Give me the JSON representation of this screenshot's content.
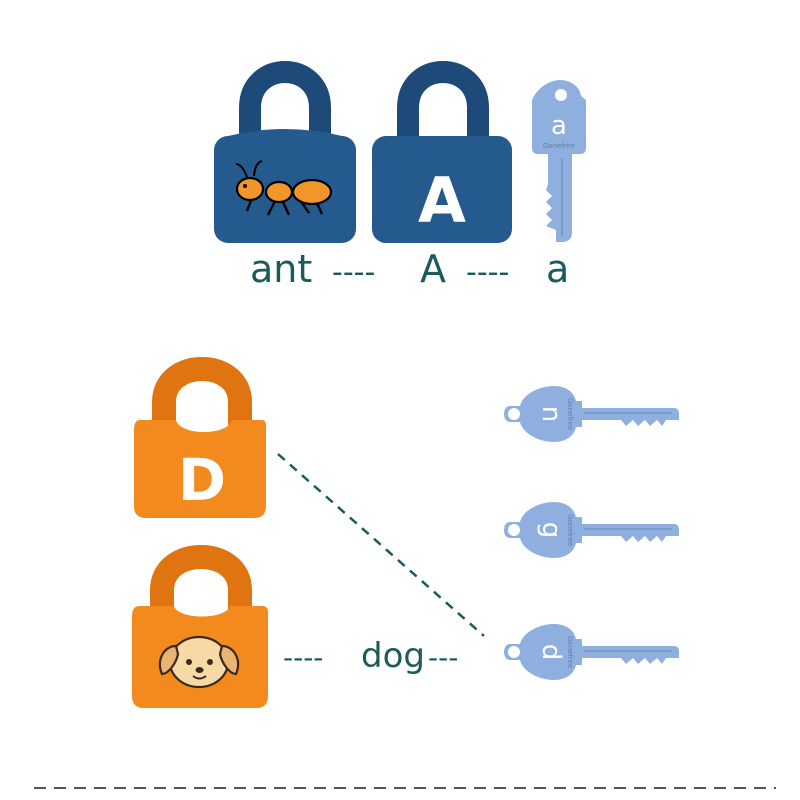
{
  "colors": {
    "blue_lock": "#255a8e",
    "blue_lock_dark": "#1d4a78",
    "orange_lock": "#f38a1e",
    "orange_lock_dark": "#df7410",
    "key_blue": "#8fb0de",
    "key_blue_dark": "#7a9bcf",
    "label_teal": "#1c5a5b",
    "ant_orange": "#f3962a"
  },
  "top_row": {
    "lock_1": {
      "icon": "ant-icon"
    },
    "lock_2": {
      "letter": "A"
    },
    "key": {
      "letter": "a",
      "brand": "Gonefree"
    },
    "labels": {
      "word": "ant",
      "dash1": "----",
      "upper": "A",
      "dash2": "----",
      "lower": "a"
    }
  },
  "bottom_section": {
    "lock_letter": {
      "letter": "D"
    },
    "lock_picture": {
      "icon": "dog-icon"
    },
    "keys": [
      {
        "letter": "n",
        "brand": "Gonefree"
      },
      {
        "letter": "g",
        "brand": "Gonefree"
      },
      {
        "letter": "d",
        "brand": "Gonefree"
      }
    ],
    "labels": {
      "dash_left": "----",
      "word": "dog",
      "dash_right": "---"
    }
  }
}
